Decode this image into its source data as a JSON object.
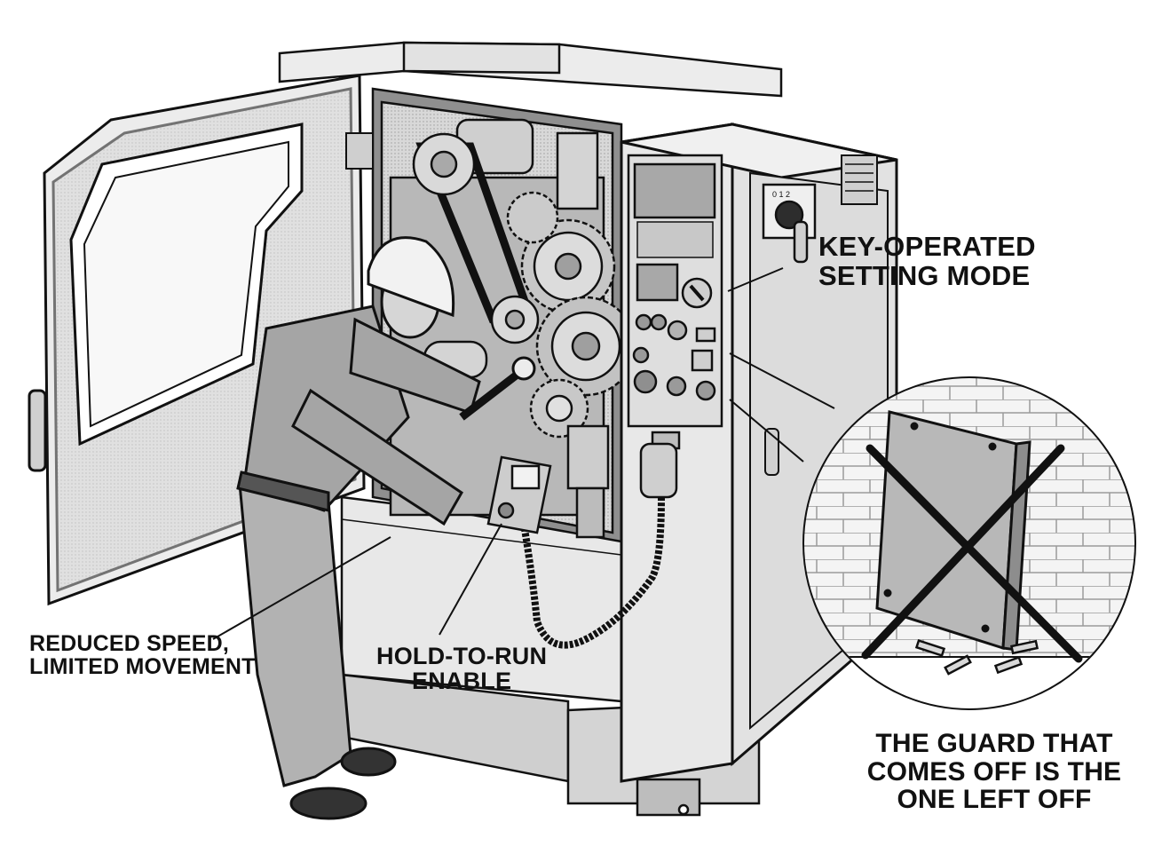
{
  "callouts": {
    "key_mode": {
      "line1": "KEY-OPERATED",
      "line2": "SETTING MODE"
    },
    "speed": {
      "line1": "REDUCED SPEED,",
      "line2": "LIMITED MOVEMENT"
    },
    "hold": {
      "line1": "HOLD-TO-RUN",
      "line2": "ENABLE"
    },
    "guard": {
      "line1": "THE GUARD THAT",
      "line2": "COMES OFF IS THE",
      "line3": "ONE LEFT OFF"
    }
  },
  "key_switch_positions": [
    "0",
    "1",
    "2"
  ],
  "colors": {
    "ink": "#111111",
    "machine_body": "#e6e6e6",
    "machine_shadow": "#bdbdbd",
    "interior": "#9a9a9a",
    "panel_dark": "#8c8c8c",
    "worker": "#a9a9a9"
  }
}
